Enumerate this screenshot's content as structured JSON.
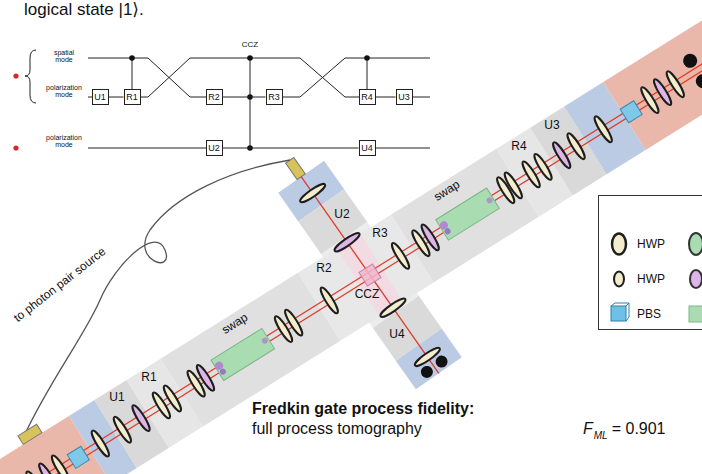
{
  "diagram": {
    "nodes": [
      {
        "text": [
          "U1"
        ]
      },
      {
        "text": [
          "R1"
        ]
      },
      {
        "text": [
          "R2"
        ]
      },
      {
        "text": [
          "R3"
        ]
      },
      {
        "text": [
          "R4"
        ]
      },
      {
        "text": [
          "U3"
        ]
      },
      {
        "text": [
          "U2"
        ]
      },
      {
        "text": [
          "U4"
        ]
      }
    ],
    "edges": [
      {
        "from": 0,
        "to": 1,
        "arrow": "none"
      },
      {
        "from": 2,
        "to": 3,
        "arrow": "none"
      },
      {
        "from": 4,
        "to": 5,
        "arrow": "none"
      },
      {
        "from": 6,
        "to": 7,
        "arrow": "none"
      }
    ],
    "labels": [
      "logical state |1⟩.",
      "spatial mode",
      "polarization mode",
      "polarization mode",
      "CCZ",
      "to photon pair source",
      "U2",
      "swap",
      "U1",
      "R1",
      "R2",
      "CCZ",
      "U4",
      "R3",
      "swap",
      "R4",
      "U3",
      "Fredkin gate process fidelity:",
      "full process tomography",
      "F",
      "ML",
      "= 0.901"
    ],
    "legend": [
      {
        "text": "HWP"
      },
      {
        "text": "HWP"
      },
      {
        "text": "PBS"
      }
    ]
  }
}
